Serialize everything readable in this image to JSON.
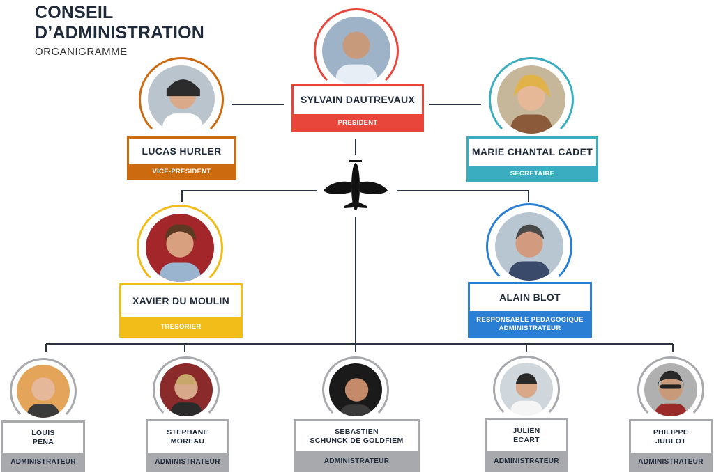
{
  "header": {
    "title": "CONSEIL\nD’ADMINISTRATION",
    "subtitle": "ORGANIGRAMME"
  },
  "colors": {
    "president": "#e8463a",
    "vice_president": "#cc6a10",
    "secretaire": "#3aaec0",
    "tresorier": "#f2bd18",
    "responsable": "#2a7fd4",
    "administrateur": "#a7a9ac",
    "lines": "#2b3442"
  },
  "icon": "airplane-icon",
  "members": {
    "president": {
      "name": "SYLVAIN DAUTREVAUX",
      "role": "PRESIDENT"
    },
    "vice_president": {
      "name": "LUCAS HURLER",
      "role": "VICE-PRESIDENT"
    },
    "secretaire": {
      "name": "MARIE CHANTAL CADET",
      "role": "SECRETAIRE"
    },
    "tresorier": {
      "name": "XAVIER DU MOULIN",
      "role": "TRESORIER"
    },
    "responsable": {
      "name": "ALAIN BLOT",
      "role": "RESPONSABLE PEDAGOGIQUE\nADMINISTRATEUR"
    },
    "admins": [
      {
        "name": "LOUIS\nPENA",
        "role": "ADMINISTRATEUR"
      },
      {
        "name": "STEPHANE\nMOREAU",
        "role": "ADMINISTRATEUR"
      },
      {
        "name": "SEBASTIEN\nSCHUNCK DE GOLDFIEM",
        "role": "ADMINISTRATEUR"
      },
      {
        "name": "JULIEN\nECART",
        "role": "ADMINISTRATEUR"
      },
      {
        "name": "PHILIPPE\nJUBLOT",
        "role": "ADMINISTRATEUR"
      }
    ]
  }
}
